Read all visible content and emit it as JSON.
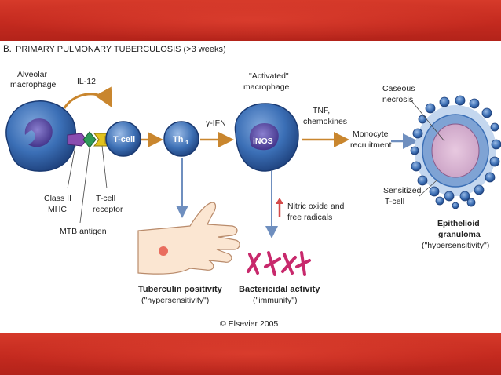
{
  "header": {
    "title_letter": "B.",
    "title": "PRIMARY PULMONARY TUBERCULOSIS (>3 weeks)"
  },
  "labels": {
    "alveolar_macrophage": [
      "Alveolar",
      "macrophage"
    ],
    "il12": "IL-12",
    "tcell": "T-cell",
    "th1": "Th",
    "th1_sub": "1",
    "gamma_ifn": "γ-IFN",
    "activated_macrophage": [
      "\"Activated\"",
      "macrophage"
    ],
    "inos": "iNOS",
    "tnf": [
      "TNF,",
      "chemokines"
    ],
    "monocyte": [
      "Monocyte",
      "recruitment"
    ],
    "caseous": [
      "Caseous",
      "necrosis"
    ],
    "class2": [
      "Class II",
      "MHC"
    ],
    "tcell_receptor": [
      "T-cell",
      "receptor"
    ],
    "mtb_antigen": "MTB antigen",
    "nitric_oxide": [
      "Nitric oxide and",
      "free radicals"
    ],
    "sensitized": [
      "Sensitized",
      "T-cell"
    ],
    "granuloma": [
      "Epithelioid",
      "granuloma",
      "(\"hypersensitivity\")"
    ],
    "tuberculin": [
      "Tuberculin positivity",
      "(\"hypersensitivity\")"
    ],
    "bactericidal": [
      "Bactericidal activity",
      "(\"immunity\")"
    ],
    "copyright": "© Elsevier 2005"
  },
  "colors": {
    "band": "#c42a1f",
    "cell_fill": "#3b6fb6",
    "cell_light": "#8fb2e0",
    "nucleus": "#5a4a9a",
    "arrow_orange": "#c9862e",
    "arrow_blue": "#6f8fbf",
    "bacteria": "#c8296c",
    "skin": "#fbe6d2"
  }
}
